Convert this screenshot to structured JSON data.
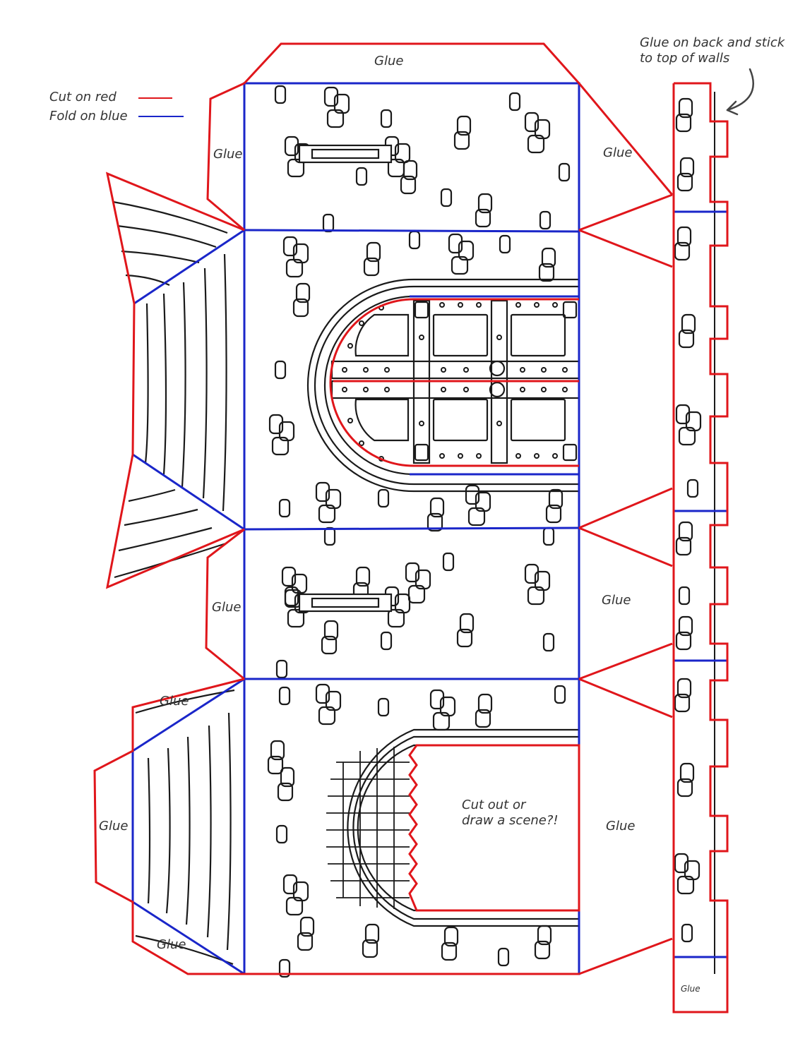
{
  "legend": {
    "cut_label": "Cut on red",
    "fold_label": "Fold on blue",
    "cut_color": "#e0161b",
    "fold_color": "#1a26c9"
  },
  "labels": {
    "glue_top": "Glue",
    "glue_top_left": "Glue",
    "glue_top_right": "Glue",
    "glue_mid_left": "Glue",
    "glue_mid_right": "Glue",
    "glue_lower_top": "Glue",
    "glue_lower_left": "Glue",
    "glue_lower_bottom": "Glue",
    "glue_lower_right": "Glue",
    "glue_strip": "Glue"
  },
  "notes": {
    "strip_line1": "Glue on back and stick",
    "strip_line2": "to top of walls",
    "window_line1": "Cut out or",
    "window_line2": "draw a scene?!"
  },
  "icons": {
    "pointer": "curved-arrow-icon"
  },
  "colors": {
    "ink": "#1a1a1a",
    "cut": "#e0161b",
    "fold": "#1a26c9"
  }
}
